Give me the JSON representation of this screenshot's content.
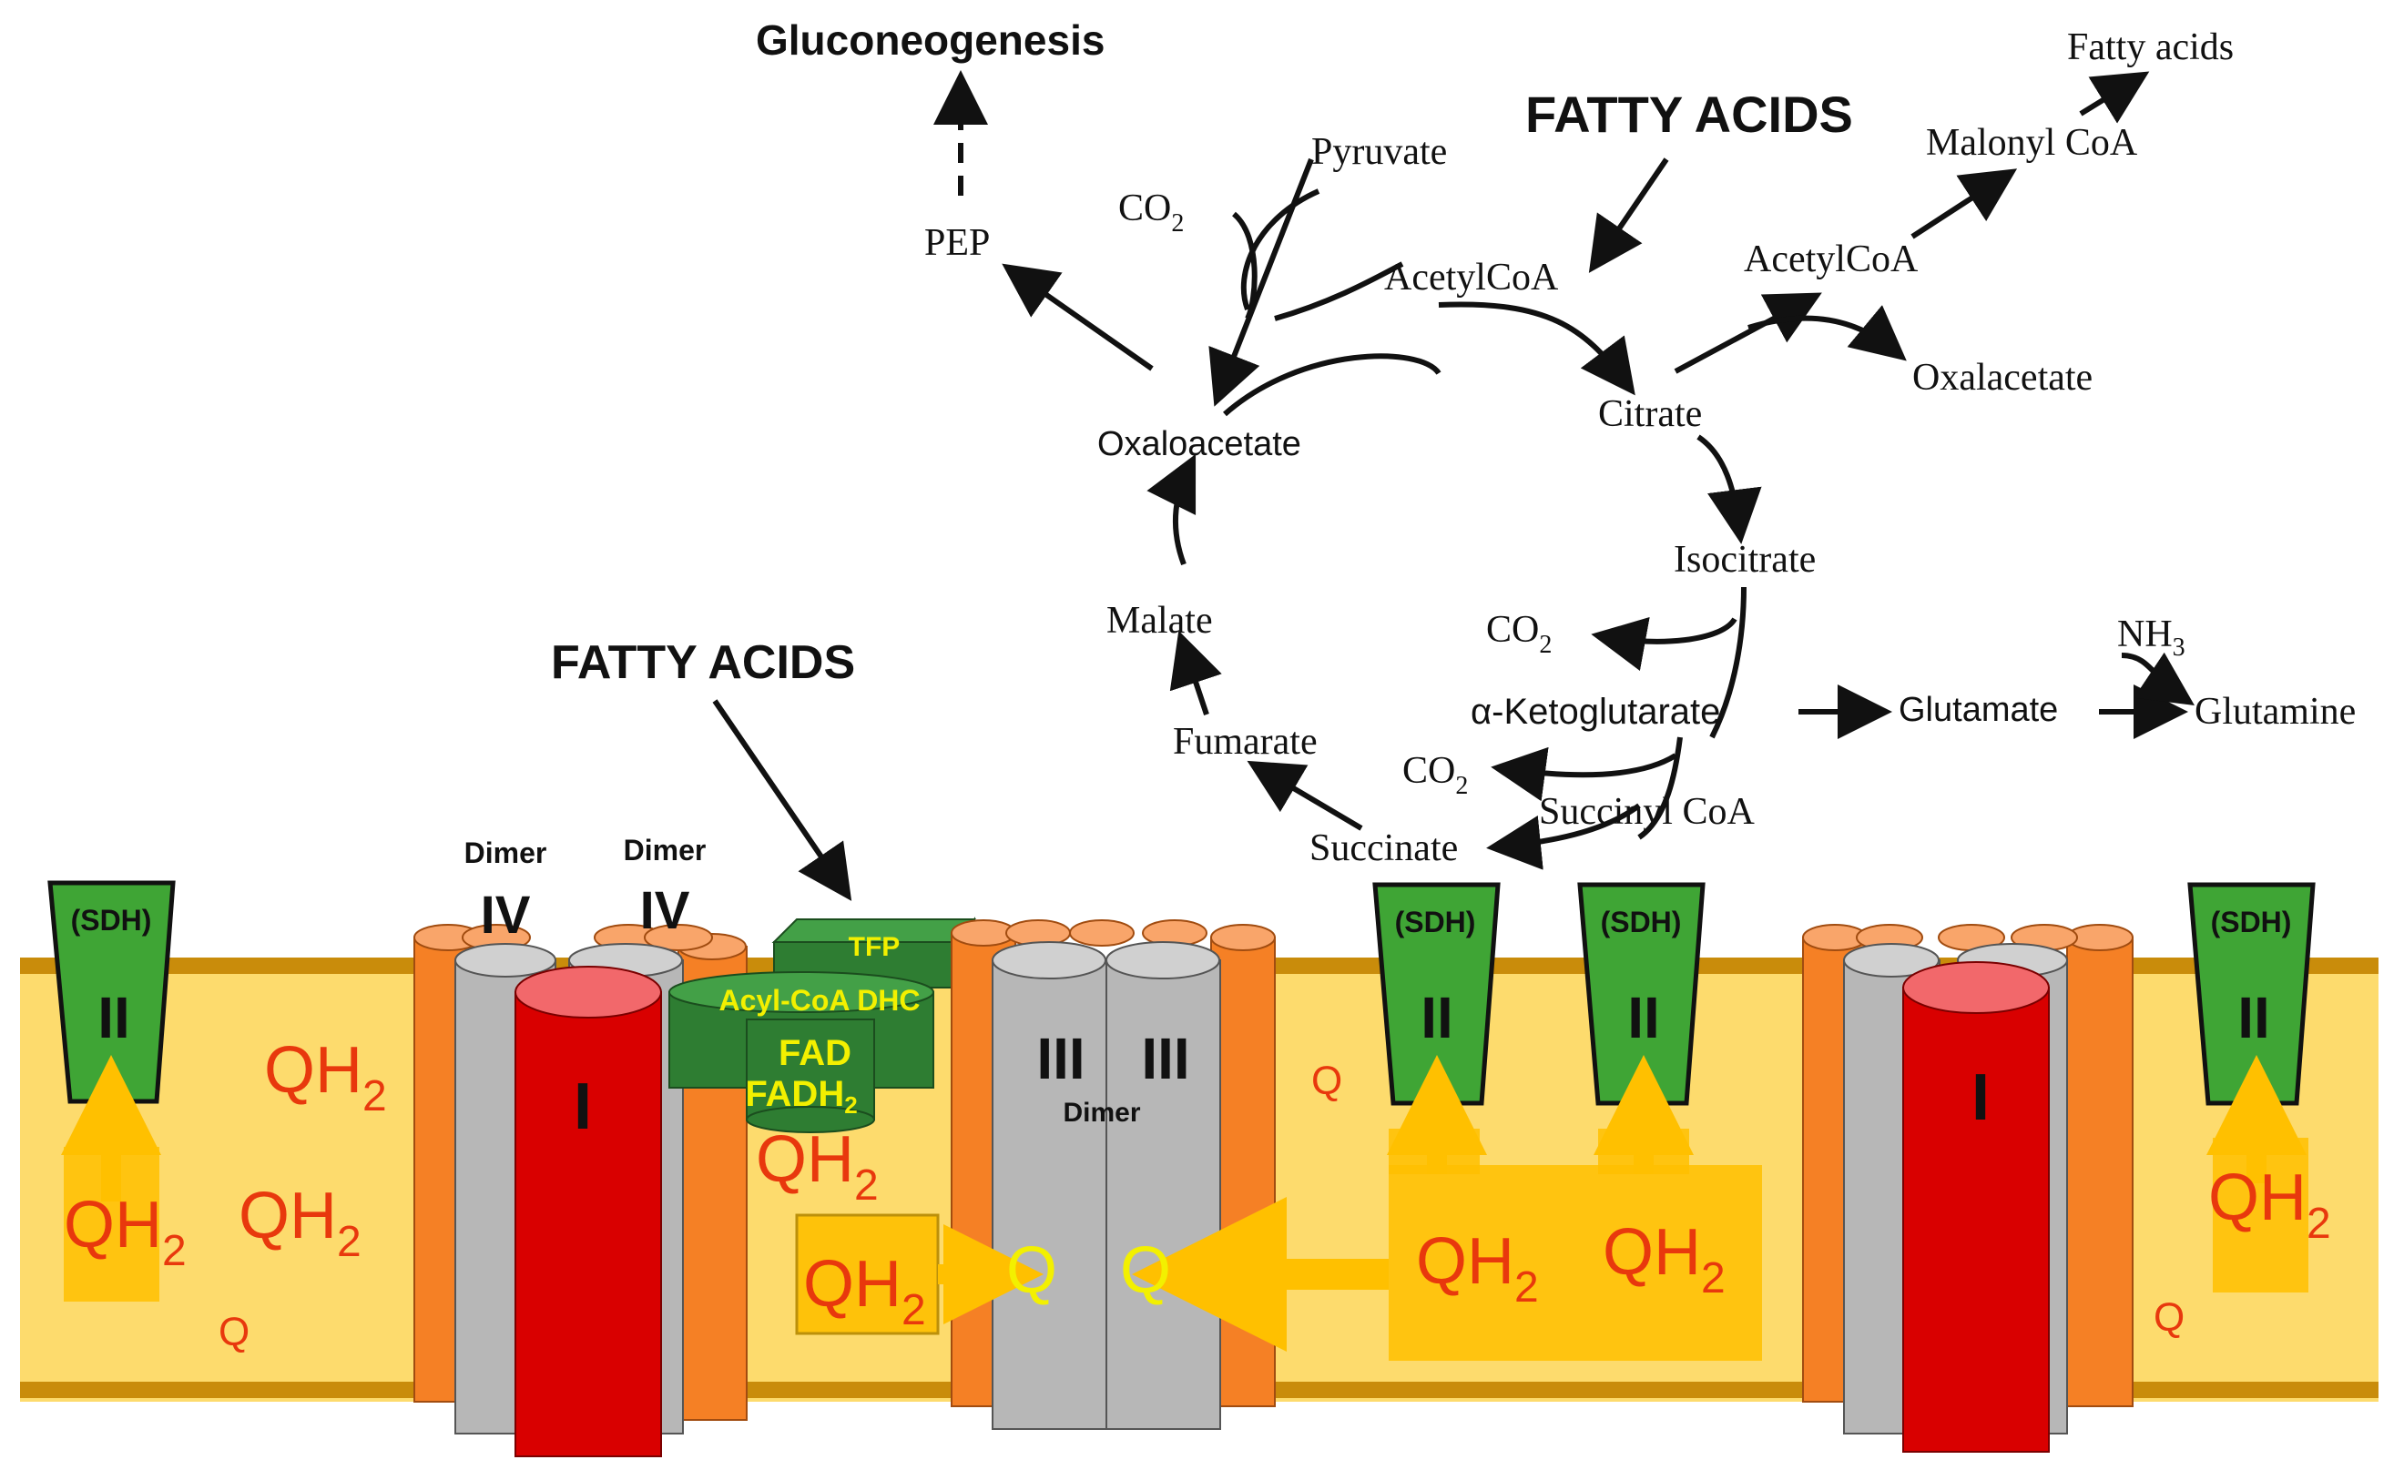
{
  "pathway": {
    "gluconeogenesis": "Gluconeogenesis",
    "pep": "PEP",
    "pyruvate": "Pyruvate",
    "co2": "CO",
    "co2_sub": "2",
    "fatty_acids_top": "FATTY ACIDS",
    "acetylcoa_left": "AcetylCoA",
    "acetylcoa_right": "AcetylCoA",
    "malonyl_coa": "Malonyl CoA",
    "fatty_acids_small": "Fatty acids",
    "oxalacetate": "Oxalacetate",
    "oxaloacetate": "Oxaloacetate",
    "citrate": "Citrate",
    "isocitrate": "Isocitrate",
    "alpha_ketoglutarate": "α-Ketoglutarate",
    "glutamate": "Glutamate",
    "glutamine": "Glutamine",
    "nh3": "NH",
    "nh3_sub": "3",
    "succinyl_coa": "Succinyl CoA",
    "succinate": "Succinate",
    "fumarate": "Fumarate",
    "malate": "Malate"
  },
  "membrane": {
    "fatty_acids_left": "FATTY ACIDS",
    "sdh": "(SDH)",
    "complex_ii": "II",
    "complex_i": "I",
    "complex_iii": "III",
    "complex_iv": "IV",
    "dimer": "Dimer",
    "tfp": "TFP",
    "acyl_coa_dhc": "Acyl-CoA DHC",
    "fad": "FAD",
    "fadh": "FADH",
    "fadh_sub": "2",
    "qh": "QH",
    "qh_sub": "2",
    "q": "Q"
  },
  "colors": {
    "membrane_fill": "#fddb6d",
    "membrane_edge": "#c98c0b",
    "complex_ii": "#3fa535",
    "complex_i": "#d90000",
    "orange_cyl": "#f58025",
    "grey_cyl": "#b7b7b7",
    "qh_text": "#e8380d",
    "q_yellow": "#f3f000",
    "arrow_yellow": "#ffc000"
  }
}
